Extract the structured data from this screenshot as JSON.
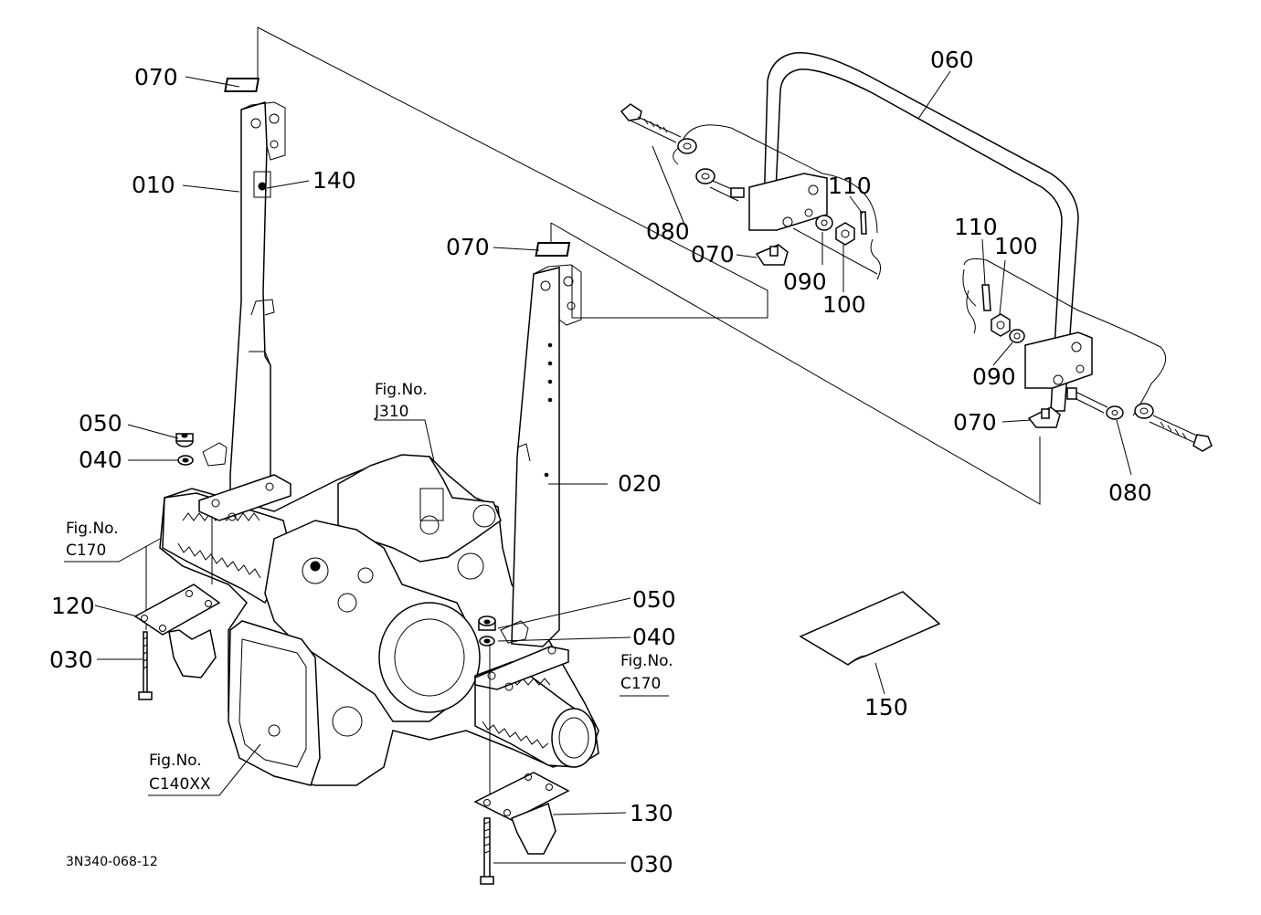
{
  "parts": [
    {
      "id": "p070a",
      "code": "070"
    },
    {
      "id": "p010",
      "code": "010"
    },
    {
      "id": "p140",
      "code": "140"
    },
    {
      "id": "p050a",
      "code": "050"
    },
    {
      "id": "p040a",
      "code": "040"
    },
    {
      "id": "p120",
      "code": "120"
    },
    {
      "id": "p030a",
      "code": "030"
    },
    {
      "id": "p070b",
      "code": "070"
    },
    {
      "id": "p020",
      "code": "020"
    },
    {
      "id": "p050b",
      "code": "050"
    },
    {
      "id": "p040b",
      "code": "040"
    },
    {
      "id": "p130",
      "code": "130"
    },
    {
      "id": "p030b",
      "code": "030"
    },
    {
      "id": "p060",
      "code": "060"
    },
    {
      "id": "p080a",
      "code": "080"
    },
    {
      "id": "p070c",
      "code": "070"
    },
    {
      "id": "p090a",
      "code": "090"
    },
    {
      "id": "p100a",
      "code": "100"
    },
    {
      "id": "p110a",
      "code": "110"
    },
    {
      "id": "p110b",
      "code": "110"
    },
    {
      "id": "p100b",
      "code": "100"
    },
    {
      "id": "p090b",
      "code": "090"
    },
    {
      "id": "p070d",
      "code": "070"
    },
    {
      "id": "p080b",
      "code": "080"
    },
    {
      "id": "p150",
      "code": "150"
    }
  ],
  "figure_refs": [
    {
      "id": "j310",
      "prefix": "Fig.No.",
      "number": "J310"
    },
    {
      "id": "c170a",
      "prefix": "Fig.No.",
      "number": "C170"
    },
    {
      "id": "c170b",
      "prefix": "Fig.No.",
      "number": "C170"
    },
    {
      "id": "c140",
      "prefix": "Fig.No.",
      "number": "C140XX"
    }
  ],
  "drawing_code": "3N340-068-12"
}
